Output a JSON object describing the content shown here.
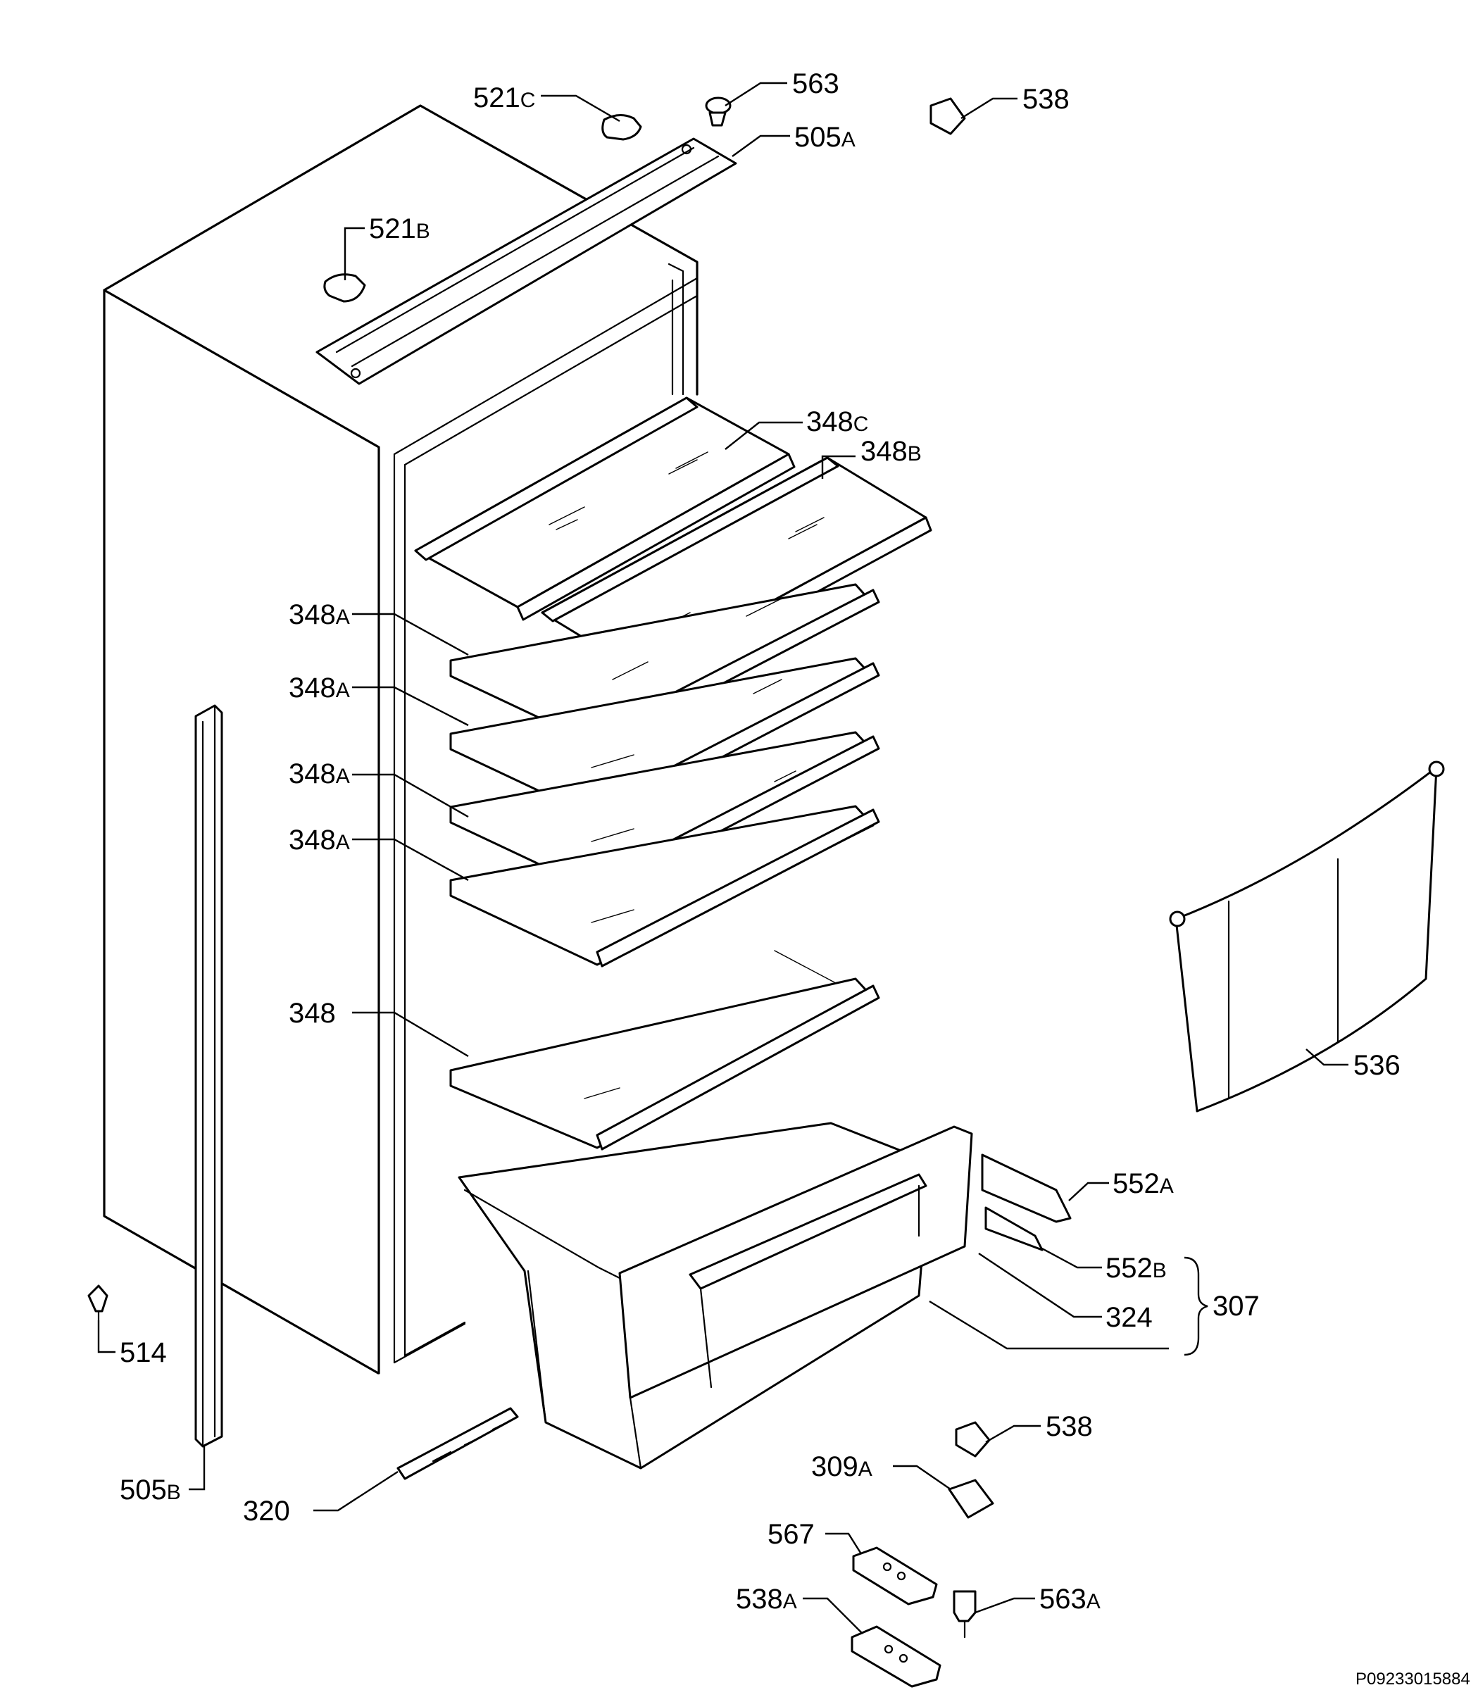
{
  "callouts": [
    {
      "id": "521C",
      "num": "521",
      "suf": "C"
    },
    {
      "id": "563",
      "num": "563",
      "suf": ""
    },
    {
      "id": "538-top",
      "num": "538",
      "suf": ""
    },
    {
      "id": "505A",
      "num": "505",
      "suf": "A"
    },
    {
      "id": "521B",
      "num": "521",
      "suf": "B"
    },
    {
      "id": "348C",
      "num": "348",
      "suf": "C"
    },
    {
      "id": "348B",
      "num": "348",
      "suf": "B"
    },
    {
      "id": "348A-1",
      "num": "348",
      "suf": "A"
    },
    {
      "id": "348A-2",
      "num": "348",
      "suf": "A"
    },
    {
      "id": "348A-3",
      "num": "348",
      "suf": "A"
    },
    {
      "id": "348A-4",
      "num": "348",
      "suf": "A"
    },
    {
      "id": "348",
      "num": "348",
      "suf": ""
    },
    {
      "id": "536",
      "num": "536",
      "suf": ""
    },
    {
      "id": "552A",
      "num": "552",
      "suf": "A"
    },
    {
      "id": "552B",
      "num": "552",
      "suf": "B"
    },
    {
      "id": "324",
      "num": "324",
      "suf": ""
    },
    {
      "id": "307",
      "num": "307",
      "suf": ""
    },
    {
      "id": "514",
      "num": "514",
      "suf": ""
    },
    {
      "id": "505B",
      "num": "505",
      "suf": "B"
    },
    {
      "id": "320",
      "num": "320",
      "suf": ""
    },
    {
      "id": "538-bottom",
      "num": "538",
      "suf": ""
    },
    {
      "id": "309A",
      "num": "309",
      "suf": "A"
    },
    {
      "id": "567",
      "num": "567",
      "suf": ""
    },
    {
      "id": "563A",
      "num": "563",
      "suf": "A"
    },
    {
      "id": "538A",
      "num": "538",
      "suf": "A"
    }
  ],
  "drawing_code": "P09233015884"
}
